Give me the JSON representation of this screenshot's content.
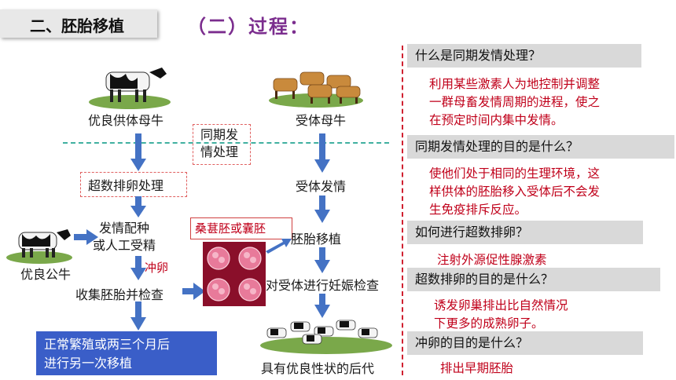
{
  "header": {
    "section_title": "二、胚胎移植",
    "process_title": "（二）过程："
  },
  "flow": {
    "donor_cow": "优良供体母牛",
    "recipient_cow": "受体母牛",
    "sync_treatment": "同期发\n情处理",
    "superovulation": "超数排卵处理",
    "recipient_estrus": "受体发情",
    "breeding": "发情配种\n或人工受精",
    "bull": "优良公牛",
    "flushing": "冲卵",
    "morula": "桑葚胚或囊胚",
    "transfer": "胚胎移植",
    "collect": "收集胚胎并检查",
    "pregnancy_check": "对受体进行妊娠检查",
    "offspring": "具有优良性状的后代",
    "next_transfer": "正常繁殖或两三个月后\n进行另一次移植"
  },
  "qa": [
    {
      "q": "什么是同期发情处理？",
      "a": "利用某些激素人为地控制并调整\n一群母畜发情周期的进程，使之\n在预定时间内集中发情。"
    },
    {
      "q": "同期发情处理的目的是什么？",
      "a": "使他们处于相同的生理环境，这\n样供体的胚胎移入受体后不会发\n生免疫排斥反应。"
    },
    {
      "q": "如何进行超数排卵？",
      "a": "注射外源促性腺激素"
    },
    {
      "q": "超数排卵的目的是什么？",
      "a": "诱发卵巢排出比自然情况\n下更多的成熟卵子。"
    },
    {
      "q": "冲卵的目的是什么？",
      "a": "排出早期胚胎"
    }
  ],
  "colors": {
    "arrow": "#4472c4",
    "accent_red": "#c0001a",
    "blue_box": "#3a5ec8",
    "title_purple": "#7b2d8e"
  }
}
